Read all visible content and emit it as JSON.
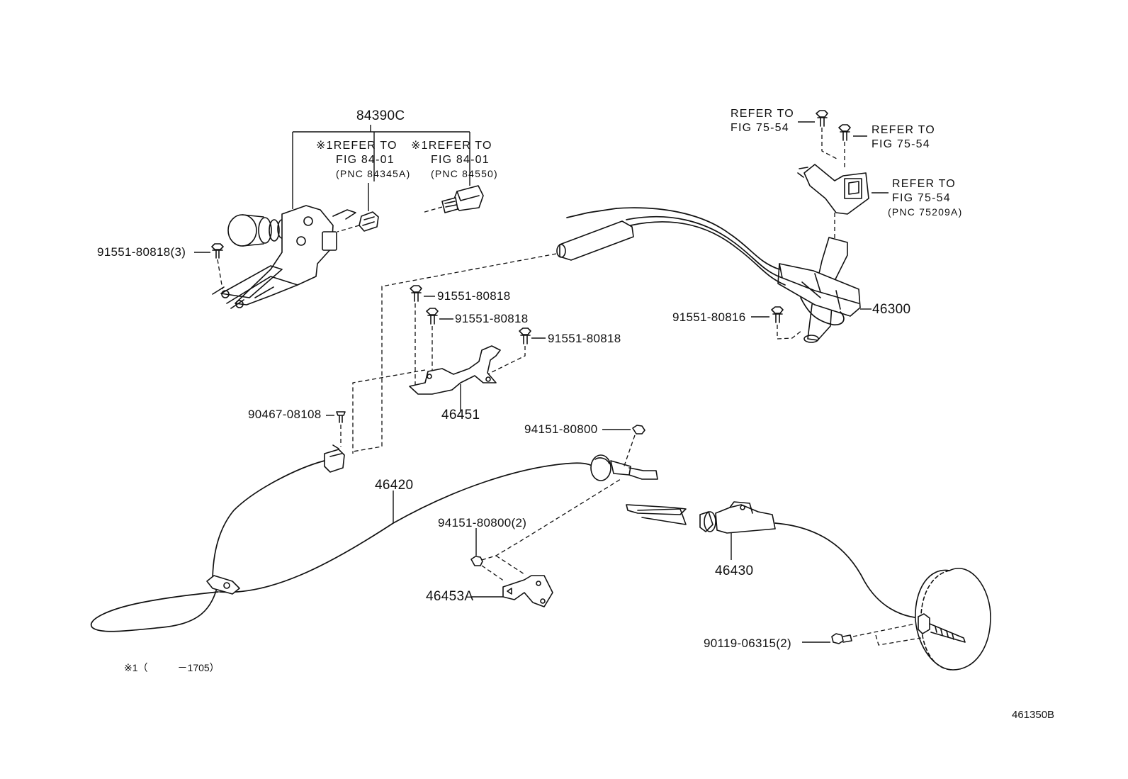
{
  "figure": {
    "id": "461350B"
  },
  "footnote": {
    "mark": "※1",
    "text": "（　　　－1705）"
  },
  "refer_blocks": [
    {
      "key": "ref1",
      "mark": "※1",
      "line1": "REFER TO",
      "line2": "FIG 84-01",
      "pnc": "(PNC 84345A)"
    },
    {
      "key": "ref2",
      "mark": "※1",
      "line1": "REFER TO",
      "line2": "FIG 84-01",
      "pnc": "(PNC 84550)"
    },
    {
      "key": "ref3",
      "line1": "REFER TO",
      "line2": "FIG 75-54"
    },
    {
      "key": "ref4",
      "line1": "REFER TO",
      "line2": "FIG 75-54"
    },
    {
      "key": "ref5",
      "line1": "REFER TO",
      "line2": "FIG 75-54",
      "pnc": "(PNC 75209A)"
    }
  ],
  "labels": {
    "p84390c": "84390C",
    "p91551_80818_3": "91551-80818(3)",
    "p91551_80818_a": "91551-80818",
    "p91551_80818_b": "91551-80818",
    "p91551_80818_c": "91551-80818",
    "p91551_80816": "91551-80816",
    "p46300": "46300",
    "p46451": "46451",
    "p90467_08108": "90467-08108",
    "p94151_80800": "94151-80800",
    "p46420": "46420",
    "p94151_80800_2": "94151-80800(2)",
    "p46453a": "46453A",
    "p46430": "46430",
    "p90119_06315_2": "90119-06315(2)"
  },
  "colors": {
    "line": "#111111",
    "background": "#ffffff",
    "link_hover": "#1a4fd6"
  },
  "icons": [
    "bolt-icon",
    "nut-icon",
    "clip-icon",
    "cable-icon",
    "lever-icon",
    "drum-icon",
    "switch-icon",
    "bracket-icon"
  ]
}
